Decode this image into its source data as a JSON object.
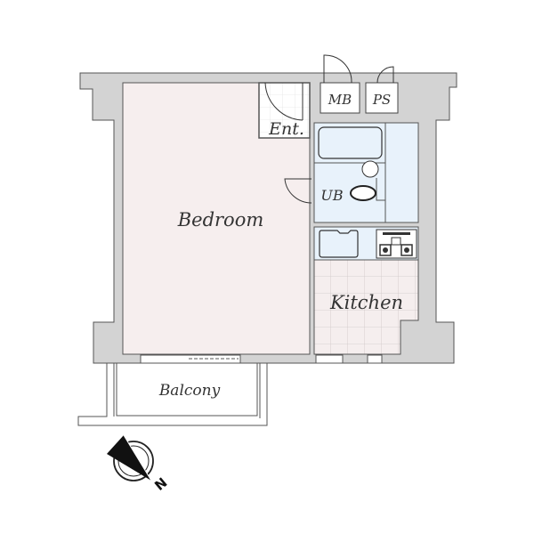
{
  "rooms": {
    "bedroom": "Bedroom",
    "kitchen": "Kitchen",
    "unit_bath": "UB",
    "entrance": "Ent.",
    "meter_box": "MB",
    "pipe_space": "PS",
    "balcony": "Balcony"
  },
  "compass": {
    "label": "N",
    "icon": "north-arrow-icon"
  },
  "colors": {
    "wall": "#d3d3d3",
    "bedroom_floor": "#f6eeee",
    "wet_area": "#e8f2fb",
    "kitchen_tile": "#f5eeee",
    "line": "#444444"
  }
}
